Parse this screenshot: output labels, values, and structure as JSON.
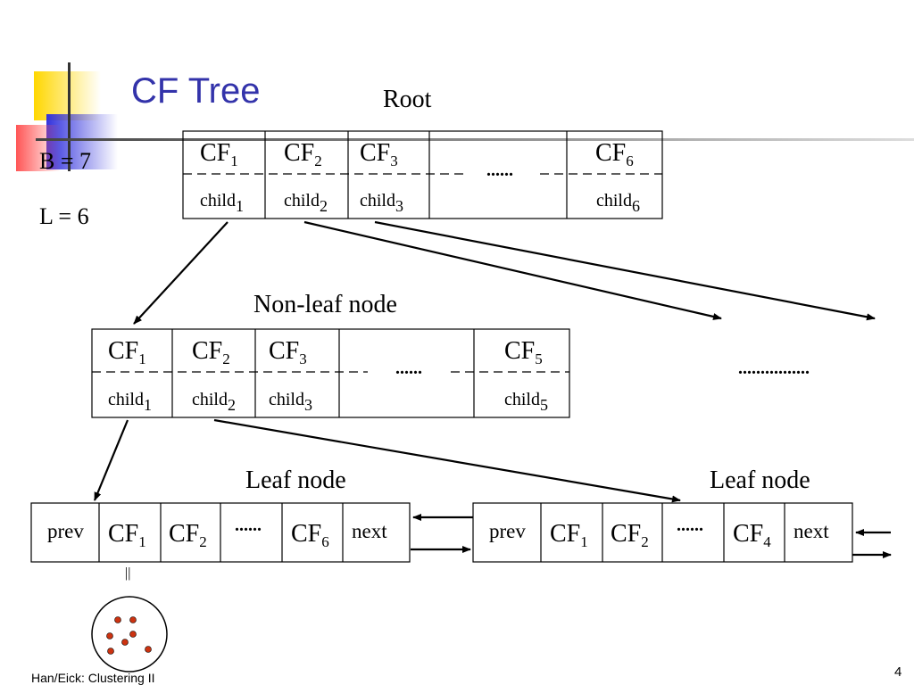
{
  "slide": {
    "title": "CF Tree",
    "params": {
      "B": "B = 7",
      "L": "L = 6"
    },
    "footer": "Han/Eick: Clustering II",
    "page_number": "4"
  },
  "root": {
    "label": "Root",
    "entries": [
      {
        "cf": "CF",
        "cf_sub": "1",
        "child": "child",
        "child_sub": "1"
      },
      {
        "cf": "CF",
        "cf_sub": "2",
        "child": "child",
        "child_sub": "2"
      },
      {
        "cf": "CF",
        "cf_sub": "3",
        "child": "child",
        "child_sub": "3"
      },
      {
        "cf": "CF",
        "cf_sub": "6",
        "child": "child",
        "child_sub": "6"
      }
    ],
    "ellipsis": "......"
  },
  "nonleaf": {
    "label": "Non-leaf node",
    "entries": [
      {
        "cf": "CF",
        "cf_sub": "1",
        "child": "child",
        "child_sub": "1"
      },
      {
        "cf": "CF",
        "cf_sub": "2",
        "child": "child",
        "child_sub": "2"
      },
      {
        "cf": "CF",
        "cf_sub": "3",
        "child": "child",
        "child_sub": "3"
      },
      {
        "cf": "CF",
        "cf_sub": "5",
        "child": "child",
        "child_sub": "5"
      }
    ],
    "ellipsis": "......",
    "more_ellipsis": "................"
  },
  "leaf1": {
    "label": "Leaf node",
    "prev": "prev",
    "next": "next",
    "entries": [
      {
        "cf": "CF",
        "cf_sub": "1"
      },
      {
        "cf": "CF",
        "cf_sub": "2"
      },
      {
        "cf": "CF",
        "cf_sub": "6"
      }
    ],
    "ellipsis": "......",
    "equals_mark": "||"
  },
  "leaf2": {
    "label": "Leaf node",
    "prev": "prev",
    "next": "next",
    "entries": [
      {
        "cf": "CF",
        "cf_sub": "1"
      },
      {
        "cf": "CF",
        "cf_sub": "2"
      },
      {
        "cf": "CF",
        "cf_sub": "4"
      }
    ],
    "ellipsis": "......"
  },
  "colors": {
    "title": "#3333aa",
    "deco_yellow": "#ffd700",
    "deco_blue": "#3333dd",
    "deco_red": "#ff5555",
    "cluster_dot": "#cc3311"
  }
}
